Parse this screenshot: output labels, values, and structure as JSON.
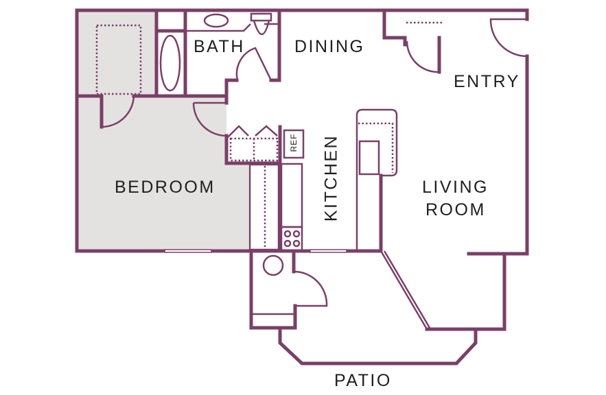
{
  "floorplan": {
    "rooms": {
      "bath": "BATH",
      "dining": "DINING",
      "entry": "ENTRY",
      "bedroom": "BEDROOM",
      "kitchen": "KITCHEN",
      "living_line1": "LIVING",
      "living_line2": "ROOM",
      "patio": "PATIO"
    },
    "fixtures": {
      "refrigerator": "REF"
    },
    "colors": {
      "wall": "#7b3f67",
      "bedroom_fill": "#e4e2e1",
      "text": "#1e1e1e"
    }
  }
}
